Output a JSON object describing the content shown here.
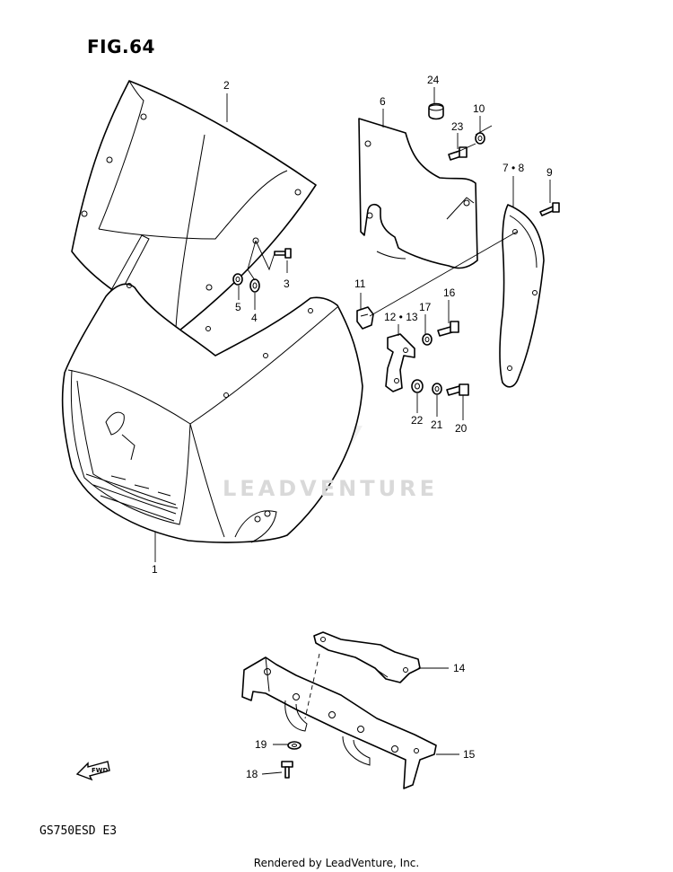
{
  "figure": {
    "title": "FIG.64",
    "model_code": "GS750ESD  E3",
    "footer": "Rendered by LeadVenture, Inc.",
    "watermark": "LEADVENTURE",
    "fwd_label": "FWD"
  },
  "callouts": {
    "p1": "1",
    "p2": "2",
    "p3": "3",
    "p4": "4",
    "p5": "5",
    "p6": "6",
    "p78": "7 • 8",
    "p9": "9",
    "p10": "10",
    "p11": "11",
    "p1213": "12 • 13",
    "p14": "14",
    "p15": "15",
    "p16": "16",
    "p17": "17",
    "p18": "18",
    "p19": "19",
    "p20": "20",
    "p21": "21",
    "p22": "22",
    "p23": "23",
    "p24": "24"
  },
  "icons": [
    "fwd-arrow-icon",
    "leadventure-logo-icon"
  ]
}
